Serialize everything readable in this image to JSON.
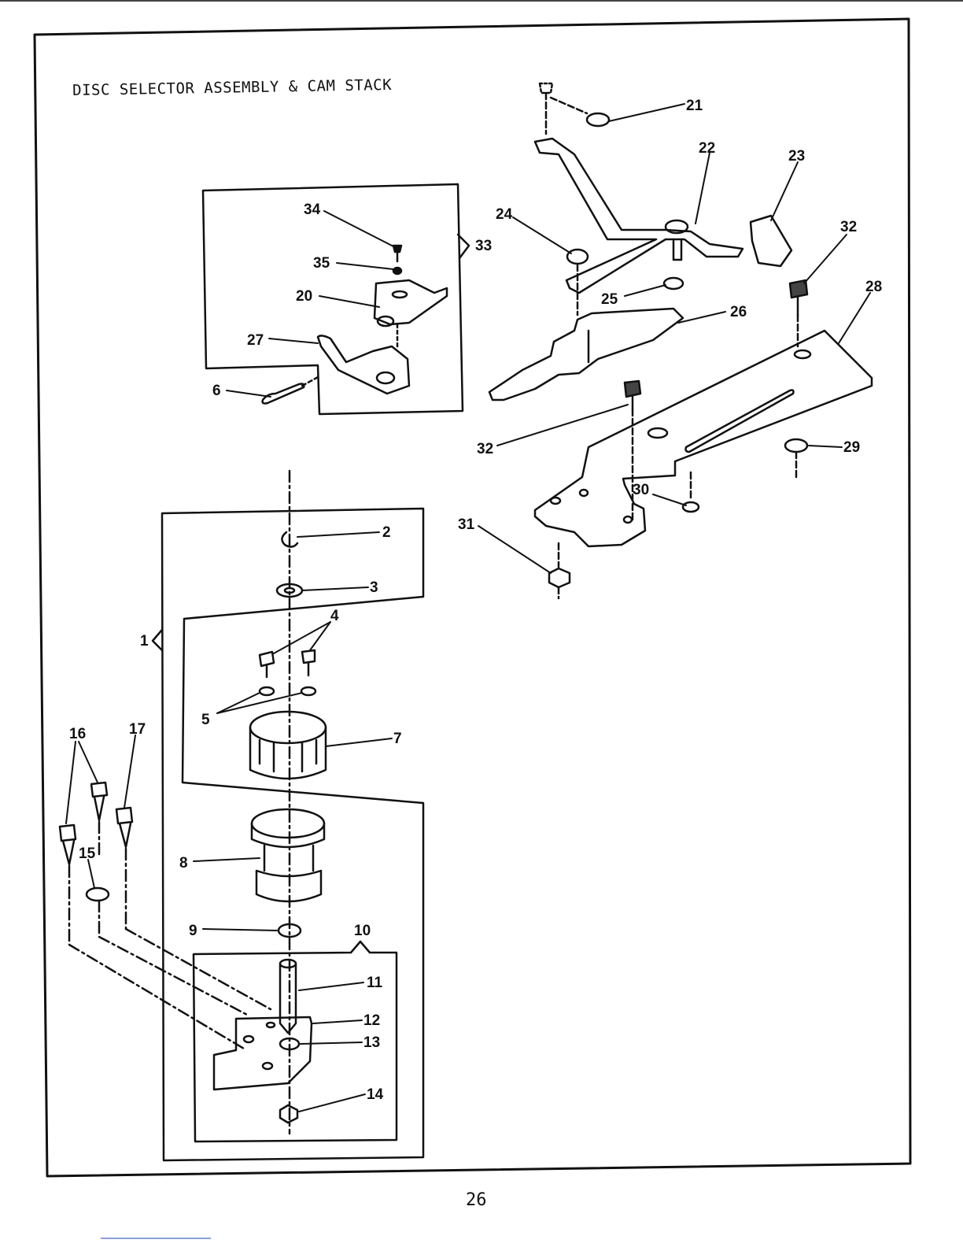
{
  "title": "DISC SELECTOR ASSEMBLY & CAM STACK",
  "page_number": "26",
  "callouts": [
    "1",
    "2",
    "3",
    "4",
    "5",
    "6",
    "7",
    "8",
    "9",
    "10",
    "11",
    "12",
    "13",
    "14",
    "15",
    "16",
    "17",
    "20",
    "21",
    "22",
    "23",
    "24",
    "25",
    "26",
    "27",
    "28",
    "29",
    "30",
    "31",
    "32",
    "32",
    "33",
    "34",
    "35"
  ]
}
